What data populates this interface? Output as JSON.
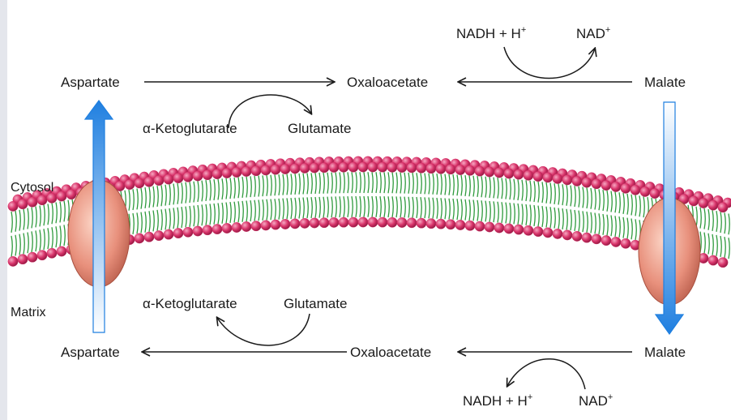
{
  "cytosol": {
    "aspartate": "Aspartate",
    "oxaloacetate": "Oxaloacetate",
    "malate": "Malate",
    "alpha_ketoglutarate": "α-Ketoglutarate",
    "glutamate": "Glutamate",
    "nadh_h": "NADH + H",
    "nad": "NAD"
  },
  "matrix": {
    "aspartate": "Aspartate",
    "oxaloacetate": "Oxaloacetate",
    "malate": "Malate",
    "alpha_ketoglutarate": "α-Ketoglutarate",
    "glutamate": "Glutamate",
    "nadh_h": "NADH + H",
    "nad": "NAD"
  },
  "compartments": {
    "cytosol": "Cytosol",
    "matrix": "Matrix"
  },
  "superscript_plus": "+",
  "colors": {
    "lipid_head": "#d8336a",
    "lipid_tail": "#2e9a3c",
    "transporter": "#e8907c",
    "transport_arrow": "#1f7fe0",
    "line": "#1a1a1a"
  }
}
